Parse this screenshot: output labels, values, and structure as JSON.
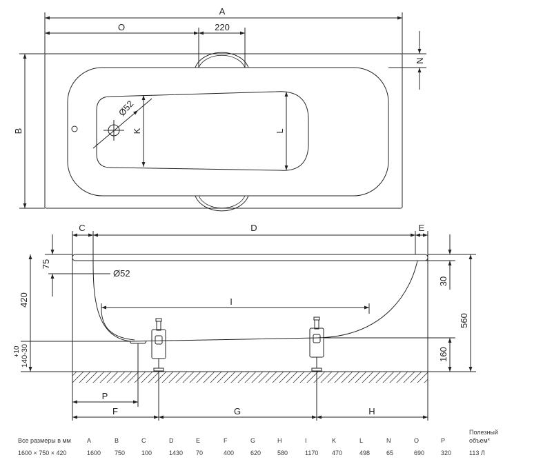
{
  "top_view": {
    "dims": {
      "A": "A",
      "O": "O",
      "w220": "220",
      "N": "N",
      "B": "B",
      "K": "K",
      "L": "L",
      "d52": "Ø52"
    }
  },
  "side_view": {
    "dims": {
      "C": "C",
      "D": "D",
      "E": "E",
      "d52": "Ø52",
      "I": "I",
      "v75": "75",
      "v420": "420",
      "v10": "+10",
      "v140": "140-30",
      "v30": "30",
      "v560": "560",
      "v160": "160",
      "P": "P",
      "F": "F",
      "G": "G",
      "H": "H"
    }
  },
  "table": {
    "header": [
      "Все размеры в мм",
      "A",
      "B",
      "C",
      "D",
      "E",
      "F",
      "G",
      "H",
      "I",
      "K",
      "L",
      "N",
      "O",
      "P"
    ],
    "volume_header": [
      "Полезный",
      "объем*"
    ],
    "values": [
      "1600 × 750 × 420",
      "1600",
      "750",
      "100",
      "1430",
      "70",
      "400",
      "620",
      "580",
      "1170",
      "470",
      "498",
      "65",
      "690",
      "320",
      "113 Л"
    ]
  }
}
